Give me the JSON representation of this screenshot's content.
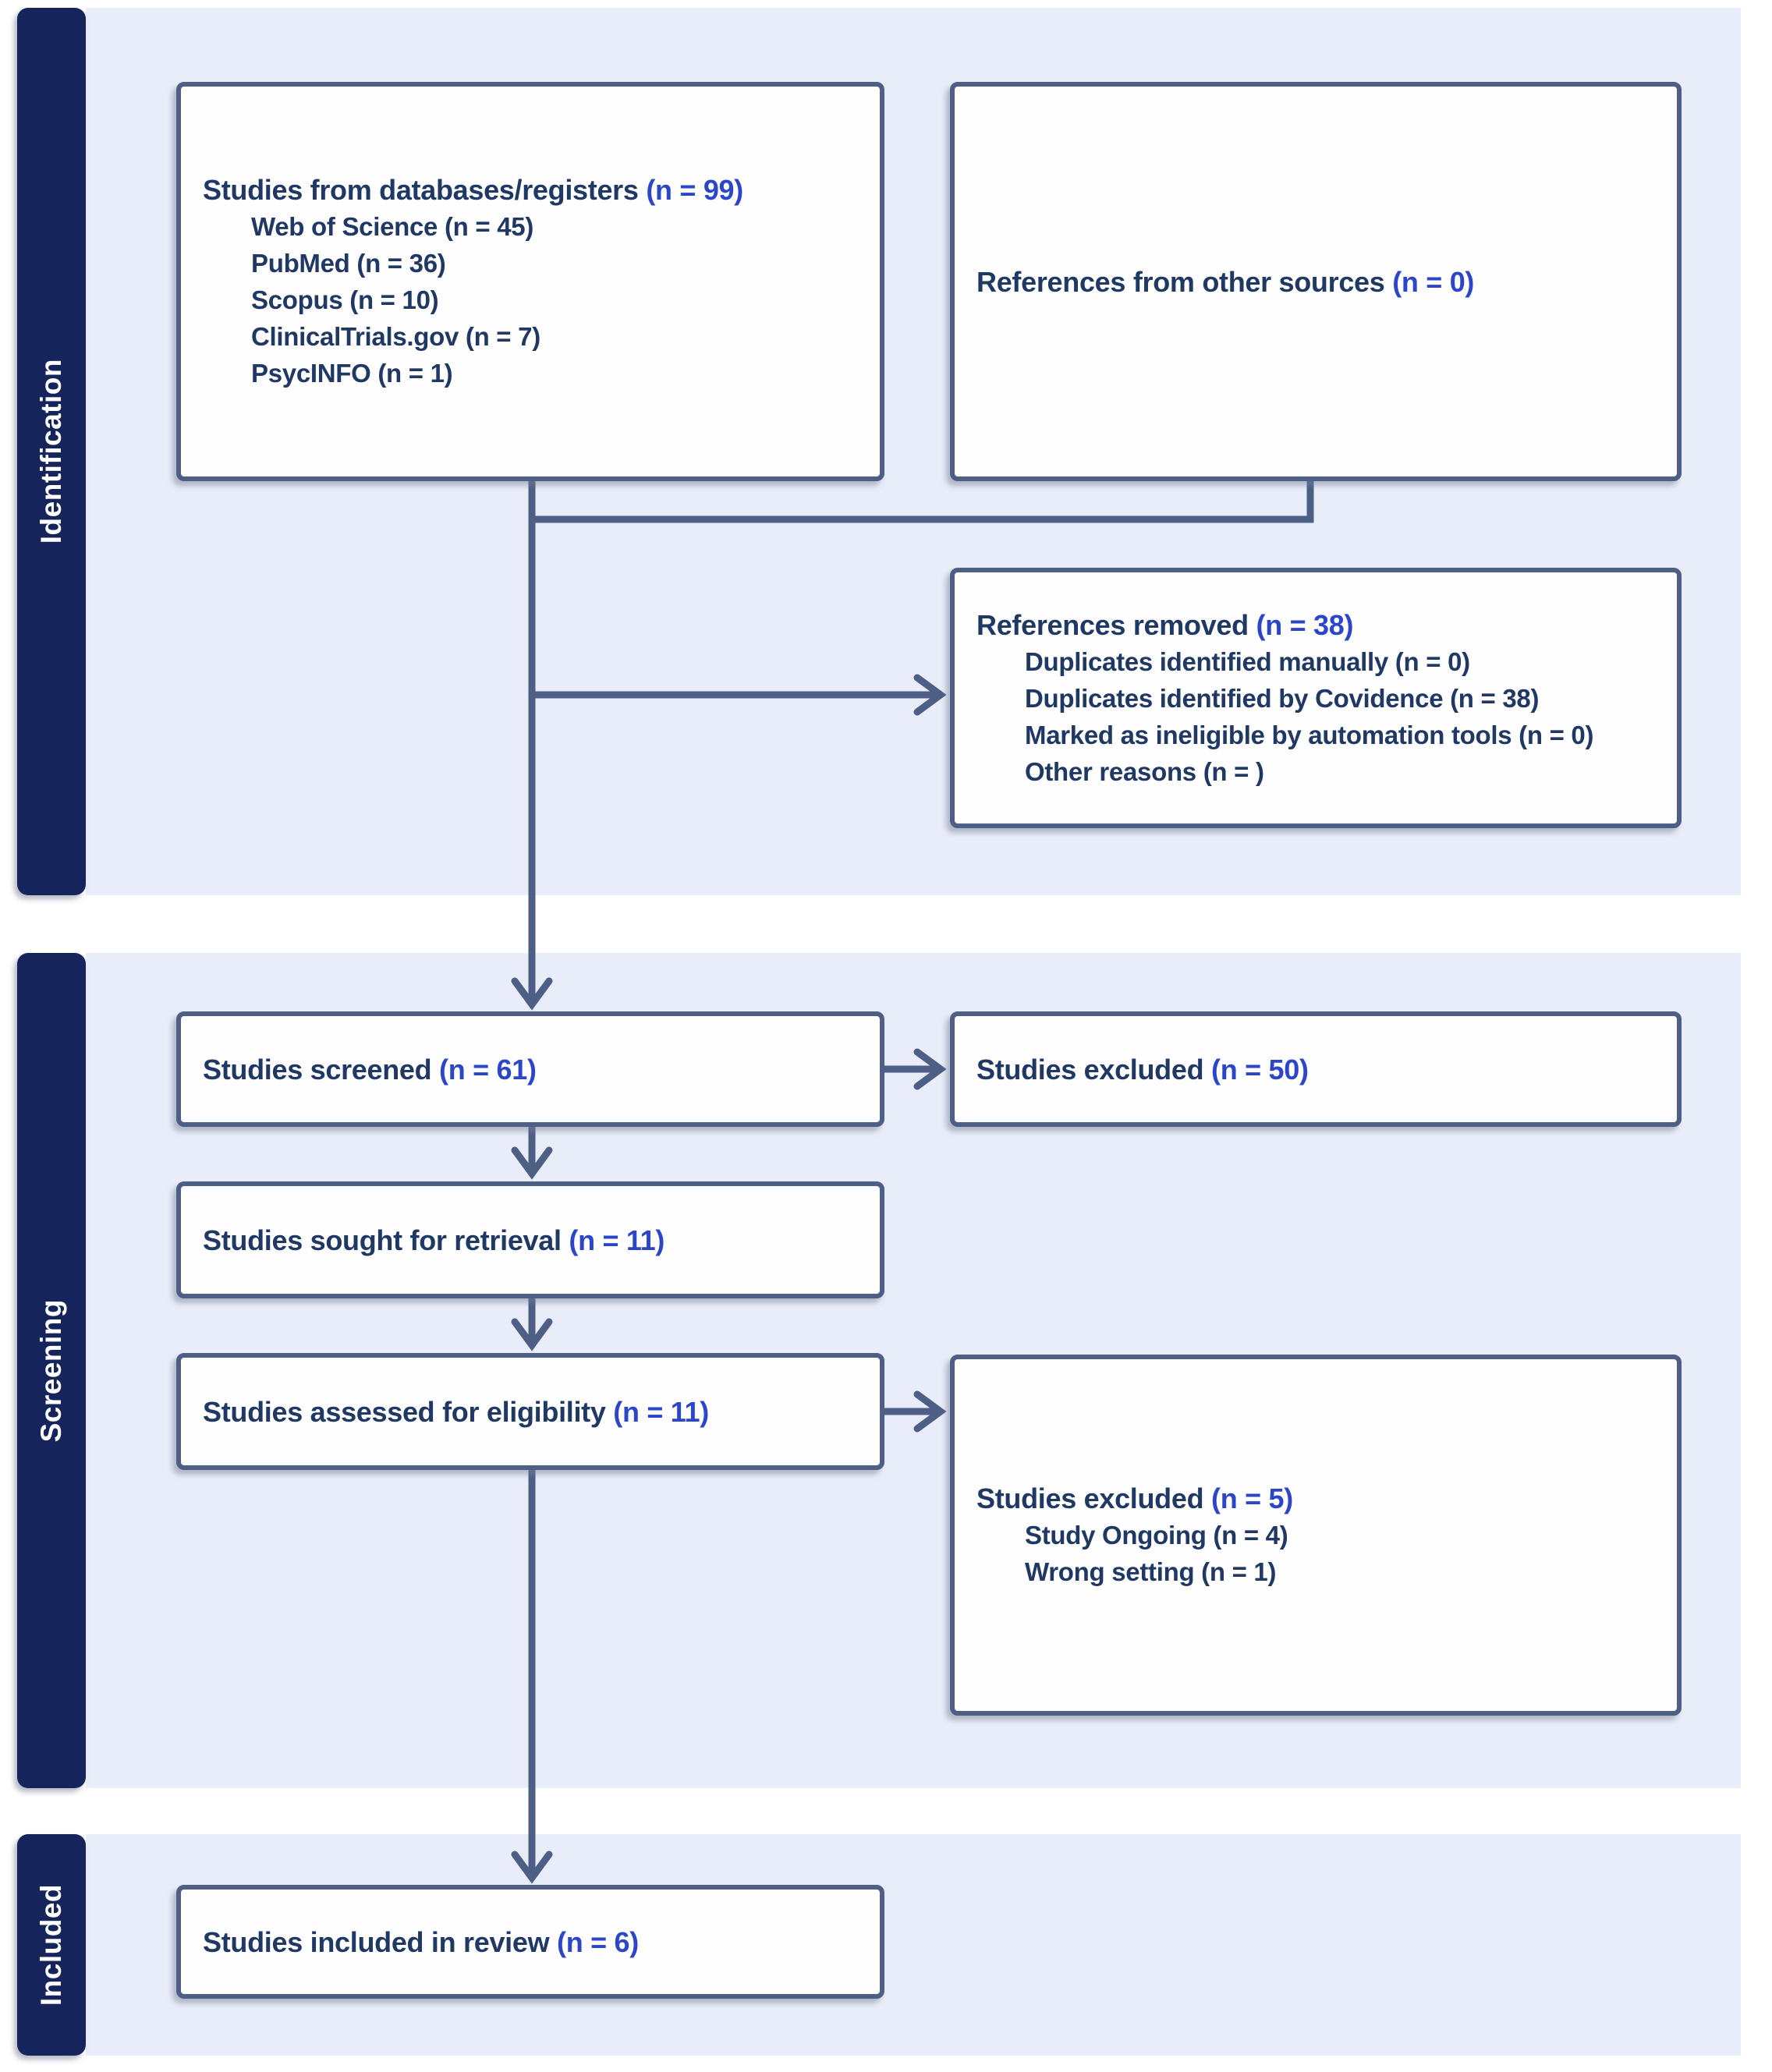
{
  "sidebar": {
    "items": [
      {
        "label": "Identification"
      },
      {
        "label": "Screening"
      },
      {
        "label": "Included"
      }
    ]
  },
  "boxes": {
    "databases": {
      "title": "Studies from databases/registers",
      "count": "(n = 99)",
      "items": [
        "Web of Science (n = 45)",
        "PubMed (n = 36)",
        "Scopus (n = 10)",
        "ClinicalTrials.gov (n = 7)",
        "PsycINFO (n = 1)"
      ]
    },
    "other_sources": {
      "title": "References from other sources",
      "count": "(n = 0)"
    },
    "references_removed": {
      "title": "References removed",
      "count": "(n = 38)",
      "items": [
        "Duplicates identified manually (n = 0)",
        "Duplicates identified by Covidence (n = 38)",
        "Marked as ineligible by automation tools (n = 0)",
        "Other reasons (n = )"
      ]
    },
    "screened": {
      "title": "Studies screened",
      "count": "(n = 61)"
    },
    "excluded_screened": {
      "title": "Studies excluded",
      "count": "(n = 50)"
    },
    "sought": {
      "title": "Studies sought for retrieval",
      "count": "(n = 11)"
    },
    "assessed": {
      "title": "Studies assessed for eligibility",
      "count": "(n = 11)"
    },
    "excluded_assessed": {
      "title": "Studies excluded",
      "count": "(n = 5)",
      "items": [
        "Study Ongoing (n = 4)",
        "Wrong setting (n = 1)"
      ]
    },
    "included": {
      "title": "Studies included in review",
      "count": "(n = 6)"
    }
  },
  "colors": {
    "band_background": "#e9edf9",
    "sidebar_bar": "#15245a",
    "box_border": "#4d5f85",
    "text_navy": "#1f3864",
    "count_blue": "#2b46c8"
  }
}
